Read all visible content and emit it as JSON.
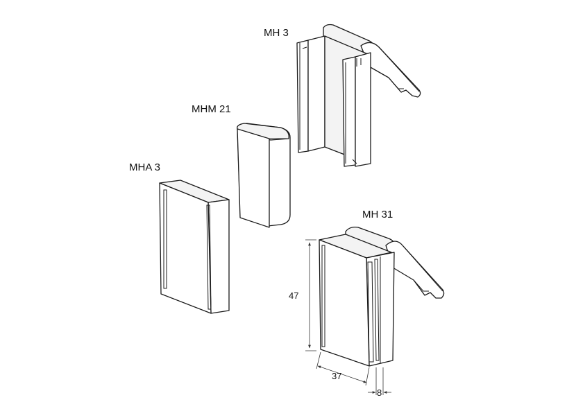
{
  "labels": {
    "mh3": "MH 3",
    "mhm21": "MHM 21",
    "mha3": "MHA 3",
    "mh31": "MH 31"
  },
  "dimensions": {
    "height": "47",
    "width": "37",
    "depth": "8"
  }
}
